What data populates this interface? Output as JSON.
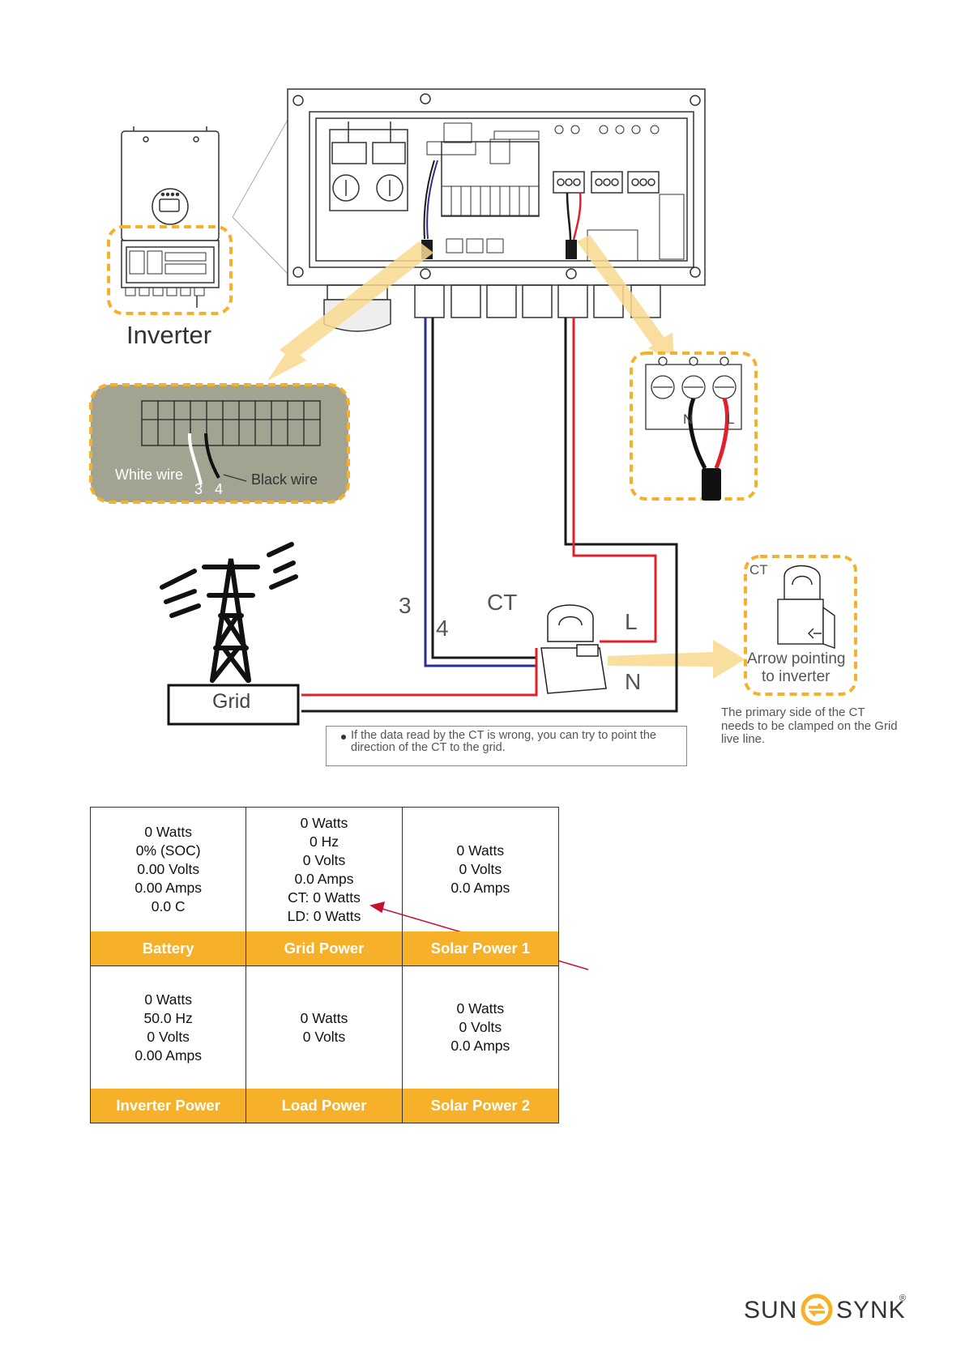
{
  "labels": {
    "inverter": "Inverter",
    "white_wire": "White wire",
    "black_wire": "Black wire",
    "pin_3_detail": "3",
    "pin_4_detail": "4",
    "n_detail": "N",
    "l_detail": "L",
    "grid": "Grid",
    "wire_3": "3",
    "wire_4": "4",
    "ct": "CT",
    "live": "L",
    "neutral": "N",
    "ct_detail_title": "CT",
    "arrow_pointing": "Arrow pointing",
    "to_inverter": "to inverter"
  },
  "note": "If the data read by the CT is wrong, you can try to point the direction of the CT to the grid.",
  "ct_caption": "The primary side of the CT needs to be clamped on the Grid live line.",
  "colors": {
    "highlight": "#f6b02a",
    "wire_red": "#e0212b",
    "wire_blue": "#2b2f8f",
    "wire_black": "#1a1a1a",
    "detail_bg": "#9a9a8a",
    "pointer_arrow": "#c8102e"
  },
  "status_cells": [
    {
      "title": "Battery",
      "values": [
        "0 Watts",
        "0% (SOC)",
        "0.00 Volts",
        "0.00 Amps",
        "0.0 C"
      ]
    },
    {
      "title": "Grid Power",
      "values": [
        "0 Watts",
        "0 Hz",
        "0 Volts",
        "0.0 Amps",
        "CT: 0 Watts",
        "LD: 0 Watts"
      ]
    },
    {
      "title": "Solar Power 1",
      "values": [
        "0 Watts",
        "0 Volts",
        "0.0 Amps"
      ]
    },
    {
      "title": "Inverter Power",
      "values": [
        "0 Watts",
        "50.0 Hz",
        "0 Volts",
        "0.00 Amps"
      ]
    },
    {
      "title": "Load Power",
      "values": [
        "0 Watts",
        "0 Volts"
      ]
    },
    {
      "title": "Solar Power 2",
      "values": [
        "0 Watts",
        "0 Volts",
        "0.0 Amps"
      ]
    }
  ],
  "logo": {
    "left": "SUN",
    "right": "SYNK",
    "mark": "®"
  }
}
